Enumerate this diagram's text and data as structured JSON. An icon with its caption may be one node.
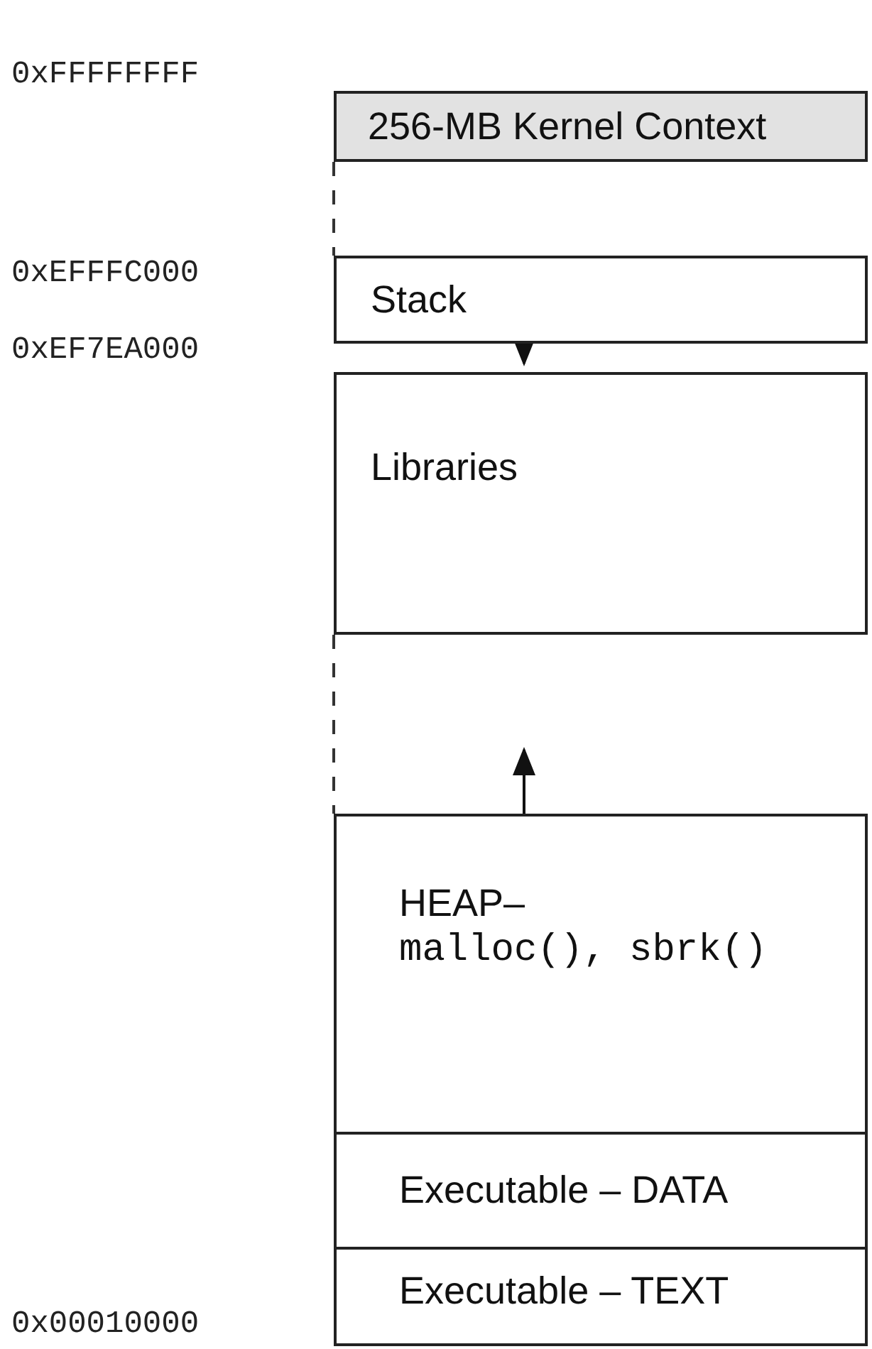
{
  "diagram": {
    "nodes": [
      {
        "text": [
          "256-MB Kernel Context"
        ]
      },
      {
        "text": [
          "Stack"
        ]
      },
      {
        "text": [
          "Libraries"
        ]
      },
      {
        "text": [
          "HEAP–",
          "malloc(), sbrk()"
        ]
      },
      {
        "text": [
          "Executable – DATA"
        ]
      },
      {
        "text": [
          "Executable – TEXT"
        ]
      }
    ],
    "labels": [
      "0xFFFFFFFF",
      "0xEFFFC000",
      "0xEF7EA000",
      "0x00010000"
    ]
  }
}
